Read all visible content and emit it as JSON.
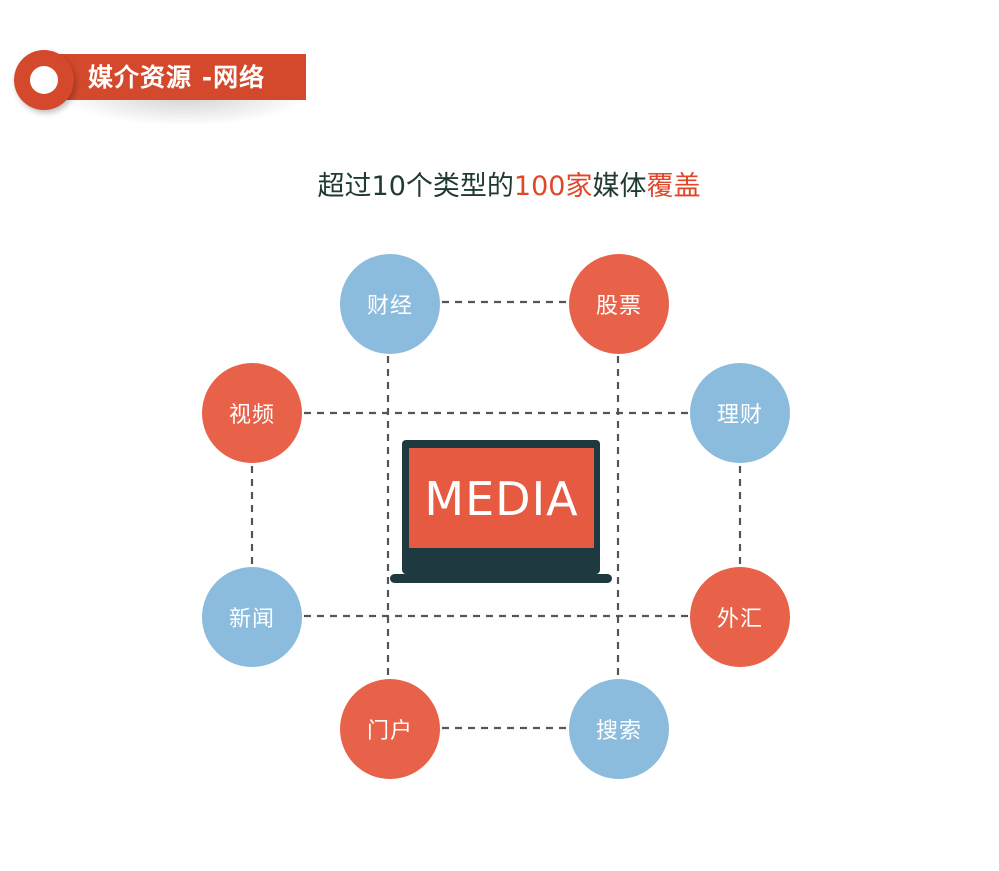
{
  "header": {
    "title": "媒介资源 -网络"
  },
  "headline": {
    "part1": "超过10个类型的",
    "part2": "100家",
    "part3": "媒体",
    "part4": "覆盖"
  },
  "center": {
    "label": "MEDIA"
  },
  "nodes": {
    "finance": "财经",
    "stocks": "股票",
    "video": "视频",
    "wealth": "理财",
    "news": "新闻",
    "forex": "外汇",
    "portal": "门户",
    "search": "搜索"
  },
  "colors": {
    "accent_red": "#e0472a",
    "node_red": "#e8624a",
    "node_blue": "#8cbcdd",
    "laptop_dark": "#1e3a40",
    "screen_red": "#e55a40",
    "headline_text": "#1f3a2e"
  }
}
